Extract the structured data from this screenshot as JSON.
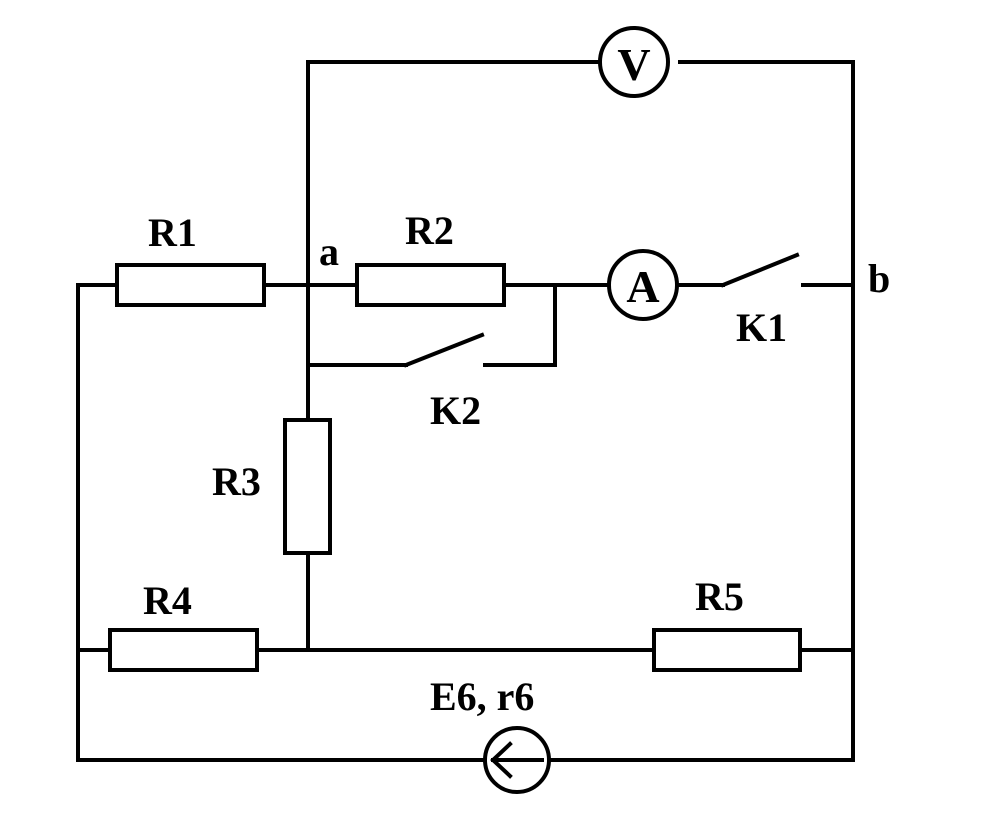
{
  "diagram": {
    "labels": {
      "r1": "R1",
      "r2": "R2",
      "r3": "R3",
      "r4": "R4",
      "r5": "R5",
      "node_a": "a",
      "node_b": "b",
      "k1": "K1",
      "k2": "K2",
      "source": "E6, r6"
    },
    "voltmeter_symbol": "V",
    "ammeter_symbol": "A",
    "source_arrow_direction": "left",
    "color": "#000000"
  }
}
